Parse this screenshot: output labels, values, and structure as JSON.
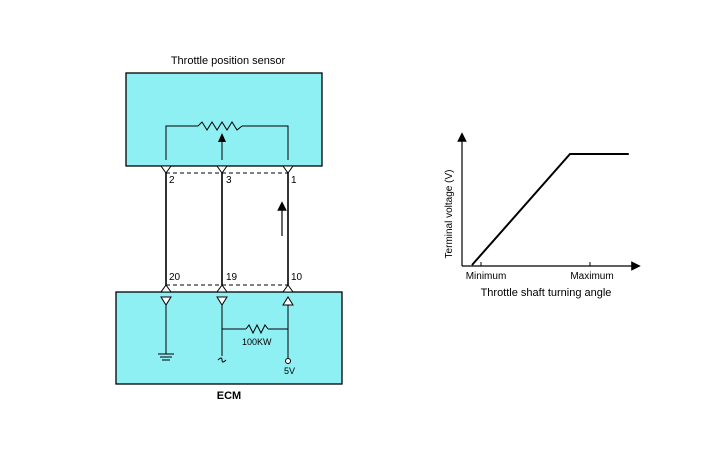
{
  "schematic": {
    "sensor_title": "Throttle position sensor",
    "ecm_title": "ECM",
    "sensor_pins": [
      "2",
      "3",
      "1"
    ],
    "ecm_pins": [
      "20",
      "19",
      "10"
    ],
    "resistor_label": "100KW",
    "supply_label": "5V",
    "box_fill": "#8ff0f4"
  },
  "chart_data": {
    "type": "line",
    "title": "",
    "xlabel": "Throttle shaft turning angle",
    "ylabel": "Terminal voltage (V)",
    "x_ticks": [
      "Minimum",
      "Maximum"
    ],
    "series": [
      {
        "x": [
          0,
          1.0,
          1.6
        ],
        "y": [
          0,
          1,
          1
        ]
      }
    ]
  }
}
